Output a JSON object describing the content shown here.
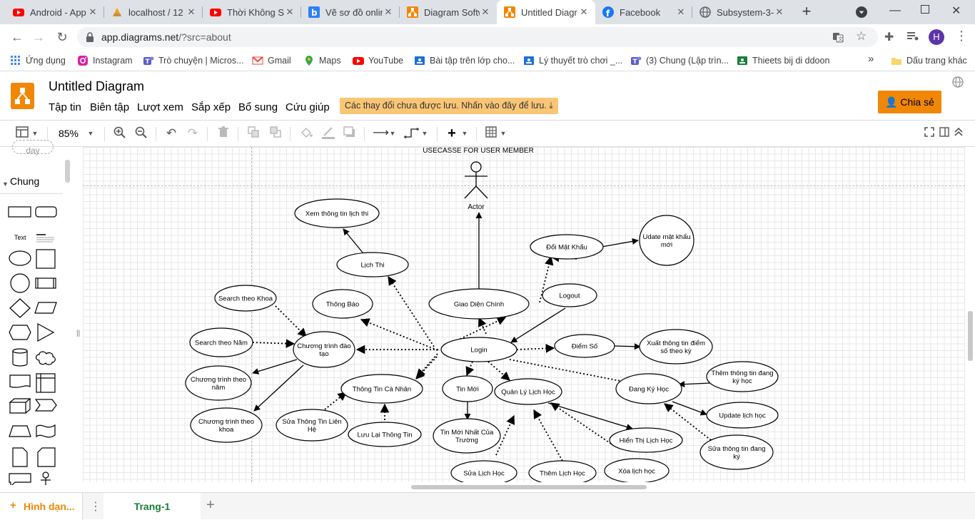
{
  "browser": {
    "tabs": [
      {
        "title": "Android - App",
        "icon": "youtube-icon",
        "color": "#ff0000"
      },
      {
        "title": "localhost / 12",
        "icon": "phpmyadmin-icon",
        "color": "#f89c0e"
      },
      {
        "title": "Thời Không S",
        "icon": "youtube-icon",
        "color": "#ff0000"
      },
      {
        "title": "Vẽ sơ đồ onlin",
        "icon": "b-icon",
        "color": "#2d7ff9"
      },
      {
        "title": "Diagram Softw",
        "icon": "drawio-icon",
        "color": "#f08705"
      },
      {
        "title": "Untitled Diagr",
        "icon": "drawio-icon",
        "color": "#f08705"
      },
      {
        "title": "Facebook",
        "icon": "facebook-icon",
        "color": "#1877f2"
      },
      {
        "title": "Subsystem-3-",
        "icon": "globe-icon",
        "color": "#5f6368"
      }
    ],
    "new_tab": "+",
    "url_host": "app.diagrams.net",
    "url_path": "/?src=about",
    "profile_letter": "H",
    "bookmarks": [
      {
        "label": "Ứng dụng",
        "icon": "apps-icon",
        "color": "#4285f4"
      },
      {
        "label": "Instagram",
        "icon": "instagram-icon",
        "color": "#d6249f"
      },
      {
        "label": "Trò chuyện | Micros...",
        "icon": "teams-icon",
        "color": "#5b5fc7"
      },
      {
        "label": "Gmail",
        "icon": "gmail-icon",
        "color": "#ea4335"
      },
      {
        "label": "Maps",
        "icon": "maps-icon",
        "color": "#34a853"
      },
      {
        "label": "YouTube",
        "icon": "youtube-icon",
        "color": "#ff0000"
      },
      {
        "label": "Bài tập trên lớp cho...",
        "icon": "classroom-icon",
        "color": "#1e6fd9"
      },
      {
        "label": "Lý thuyết trò chơi _...",
        "icon": "classroom-icon",
        "color": "#1e6fd9"
      },
      {
        "label": "(3) Chung (Lập trìn...",
        "icon": "teams-icon",
        "color": "#5b5fc7"
      },
      {
        "label": "Thieets bij di ddoon",
        "icon": "classroom-icon",
        "color": "#188038"
      }
    ],
    "bookmarks_more": "»",
    "other_bookmarks": "Dấu trang khác"
  },
  "app": {
    "title": "Untitled Diagram",
    "menus": [
      "Tập tin",
      "Biên tập",
      "Lượt xem",
      "Sắp xếp",
      "Bổ sung",
      "Cứu giúp"
    ],
    "unsaved_notice": "Các thay đổi chưa được lưu. Nhấn vào đây để lưu.",
    "share_label": "Chia sẻ",
    "accent": "#f08705",
    "zoom": "85%"
  },
  "sidebar": {
    "partial_shape_label": "day",
    "section_label": "Chung",
    "text_shape_label": "Text",
    "more_shapes_label": "Hình dạn..."
  },
  "pages": {
    "current": "Trang-1",
    "add": "+"
  },
  "diagram": {
    "title": "USECASSE FOR USER MEMBER",
    "actor_label": "Actor",
    "nodes": [
      {
        "id": "xem-thong-tin-lich-thi",
        "label": "Xem thông tin lịch thi"
      },
      {
        "id": "lich-thi",
        "label": "Lịch Thi"
      },
      {
        "id": "doi-mat-khau",
        "label": "Đổi Mật Khẩu"
      },
      {
        "id": "udate-mat-khau",
        "label": "Udate mật khẩu mới"
      },
      {
        "id": "search-theo-khoa",
        "label": "Search theo Khoa"
      },
      {
        "id": "thong-bao",
        "label": "Thông Báo"
      },
      {
        "id": "giao-dien-chinh",
        "label": "Giao Diện Chính"
      },
      {
        "id": "logout",
        "label": "Logout"
      },
      {
        "id": "search-theo-nam",
        "label": "Search theo Năm"
      },
      {
        "id": "chuong-trinh-dao-tao",
        "label": "Chương trình đào tạo"
      },
      {
        "id": "login",
        "label": "Login"
      },
      {
        "id": "diem-so",
        "label": "Điểm Số"
      },
      {
        "id": "xuat-thong-tin-diem",
        "label": "Xuất thông tin điểm số theo kỳ"
      },
      {
        "id": "them-thong-tin-dang-ky",
        "label": "Thêm thông tin đăng ký học"
      },
      {
        "id": "chuong-trinh-theo-nam",
        "label": "Chương trình theo năm"
      },
      {
        "id": "thong-tin-ca-nhan",
        "label": "Thông Tin Cá Nhân"
      },
      {
        "id": "tin-moi",
        "label": "Tin Mới"
      },
      {
        "id": "quan-ly-lich-hoc",
        "label": "Quản Lý  Lịch Học"
      },
      {
        "id": "dang-ky-hoc",
        "label": "Đang Ký Học"
      },
      {
        "id": "update-lich-hoc",
        "label": "Update lịch học"
      },
      {
        "id": "chuong-trinh-theo-khoa",
        "label": "Chương trình theo khoa"
      },
      {
        "id": "sua-thong-tin-lien-he",
        "label": "Sửa Thông Tin Liên Hệ"
      },
      {
        "id": "luu-lai-thong-tin",
        "label": "Lưu Lại Thông Tin"
      },
      {
        "id": "tin-moi-nhat",
        "label": "Tin Mới Nhất Của Trường"
      },
      {
        "id": "hien-thi-lich-hoc",
        "label": "Hiển Thị Lịch Học"
      },
      {
        "id": "sua-thong-tin-dang-ky",
        "label": "Sửa thông tin đang ký"
      },
      {
        "id": "sua-lich-hoc",
        "label": "Sửa Lịch Học"
      },
      {
        "id": "them-lich-hoc",
        "label": "Thêm Lịch Học"
      },
      {
        "id": "xoa-lich-hoc",
        "label": "Xóa lịch học"
      }
    ]
  }
}
